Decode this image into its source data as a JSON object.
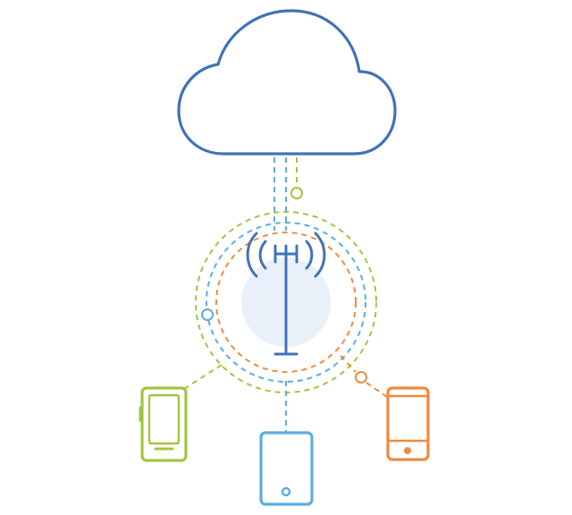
{
  "colors": {
    "background": "#ffffff",
    "cloud": "#3f73b8",
    "tower": "#3f73b8",
    "blue_link": "#5aaee0",
    "green": "#a2c53f",
    "orange": "#ef8a3e",
    "tower_halo": "#e9f0f9"
  },
  "diagram": {
    "nodes": [
      {
        "id": "cloud",
        "icon": "cloud-icon"
      },
      {
        "id": "cell-tower",
        "icon": "cell-tower-icon"
      },
      {
        "id": "phone-green",
        "icon": "smartphone-icon",
        "color": "green"
      },
      {
        "id": "tablet-blue",
        "icon": "tablet-icon",
        "color": "blue"
      },
      {
        "id": "phone-orange",
        "icon": "smartphone-icon",
        "color": "orange"
      }
    ],
    "links": [
      {
        "from": "cloud",
        "to": "cell-tower",
        "style": "dashed"
      },
      {
        "from": "cell-tower",
        "to": "phone-green",
        "style": "dashed"
      },
      {
        "from": "cell-tower",
        "to": "tablet-blue",
        "style": "dashed"
      },
      {
        "from": "cell-tower",
        "to": "phone-orange",
        "style": "dashed"
      }
    ]
  }
}
